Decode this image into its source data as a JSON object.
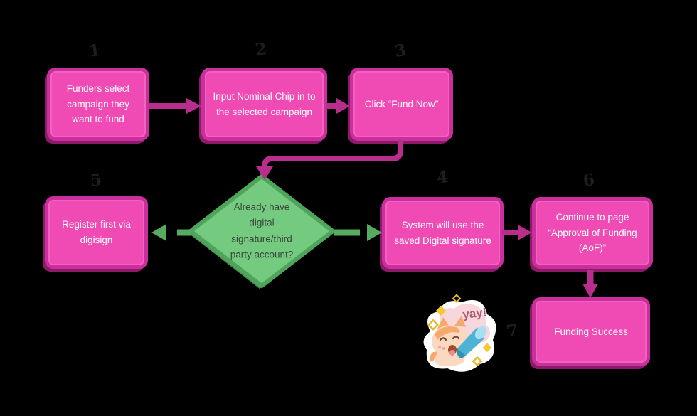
{
  "flow": {
    "title_hint": "funding flowchart",
    "nodes": [
      {
        "num": "1",
        "label": "Funders select campaign they want to fund"
      },
      {
        "num": "2",
        "label": "Input Nominal Chip in to the selected campaign"
      },
      {
        "num": "3",
        "label": "Click “Fund Now”"
      },
      {
        "num": "5",
        "label": "Register first via digisign"
      },
      {
        "label": "Already have digital signature/third party account?"
      },
      {
        "num": "4",
        "label": "System will use the saved Digital signature"
      },
      {
        "num": "6",
        "label": "Continue to page “Approval of Funding (AoF)”"
      },
      {
        "num": "7",
        "label": "Funding Success"
      }
    ],
    "sticker": {
      "label": "yay!",
      "icon": "cat-megaphone-sticker"
    },
    "colors": {
      "node_fill": "#f04ab5",
      "node_border": "#cb2e9d",
      "arrow_pink": "#b72e8c",
      "decision_fill": "#74ca7e",
      "decision_border": "#4fa45c",
      "arrow_green": "#57ab61",
      "background": "#000000"
    }
  }
}
